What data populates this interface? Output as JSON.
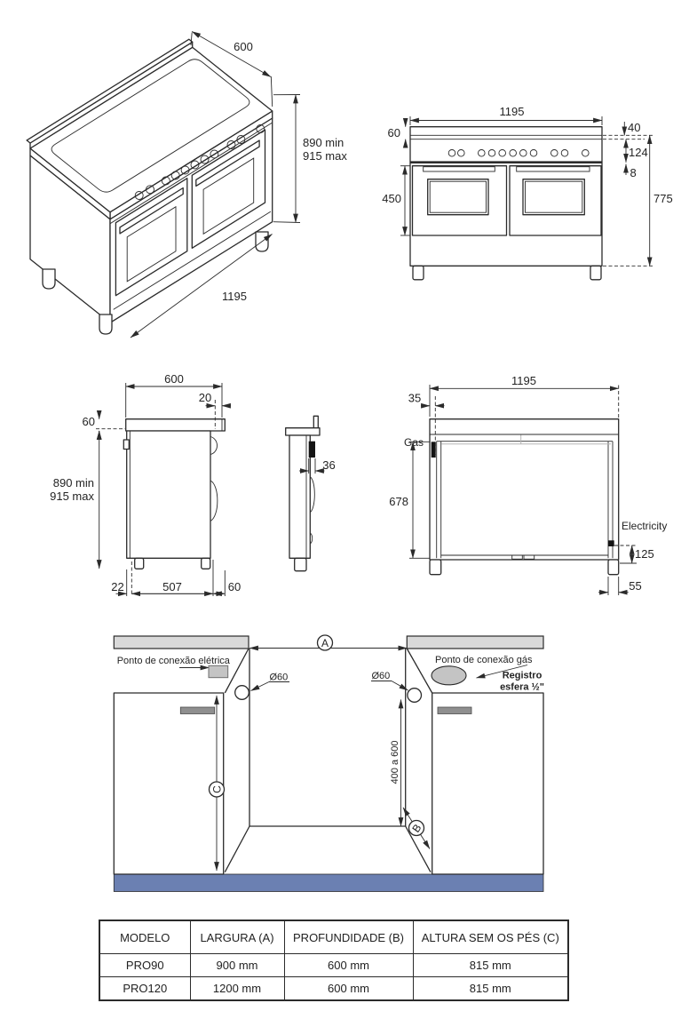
{
  "iso": {
    "depth": "600",
    "height_min": "890 min",
    "height_max": "915 max",
    "width": "1195"
  },
  "front": {
    "width": "1195",
    "d60": "60",
    "d40": "40",
    "d124": "124",
    "d8": "8",
    "d450": "450",
    "d775": "775"
  },
  "side": {
    "d600": "600",
    "d20": "20",
    "d60_top": "60",
    "height_min": "890 min",
    "height_max": "915 max",
    "d22": "22",
    "d507": "507",
    "d60_rear": "60"
  },
  "side_detail": {
    "d36": "36"
  },
  "back": {
    "width": "1195",
    "d35": "35",
    "gas": "Gas",
    "d678": "678",
    "electricity": "Electricity",
    "d125": "125",
    "d55": "55"
  },
  "install": {
    "electric_point": "Ponto de conexão elétrica",
    "gas_point": "Ponto de conexão gás",
    "valve_line1": "Registro",
    "valve_line2": "esfera ½\"",
    "dia_left": "Ø60",
    "dia_right": "Ø60",
    "gap_range": "400 a 600",
    "dim_a": "A",
    "dim_b": "B",
    "dim_c": "C"
  },
  "table": {
    "headers": [
      "MODELO",
      "LARGURA (A)",
      "PROFUNDIDADE (B)",
      "ALTURA SEM OS PÉS (C)"
    ],
    "rows": [
      [
        "PRO90",
        "900 mm",
        "600 mm",
        "815 mm"
      ],
      [
        "PRO120",
        "1200 mm",
        "600 mm",
        "815 mm"
      ]
    ]
  },
  "colors": {
    "line": "#2b2b2b",
    "floor_blue": "#6b80b2",
    "counter_gray": "#d9d9d9",
    "handle_gray": "#8f8f8f",
    "connector_gray": "#c4c4c4"
  }
}
